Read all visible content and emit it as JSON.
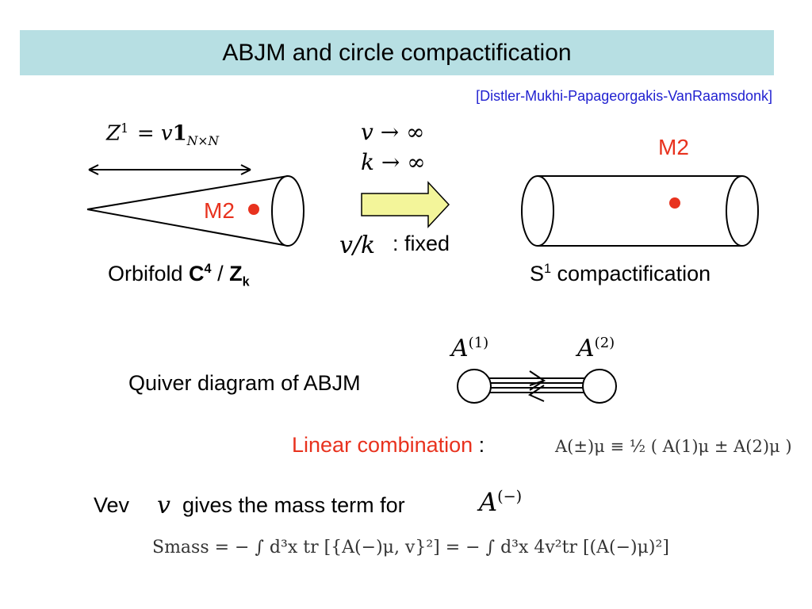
{
  "title": "ABJM and circle compactification",
  "citation": "[Distler-Mukhi-Papageorgakis-VanRaamsdonk]",
  "left_figure": {
    "equation_lhs": "Z",
    "equation_sup": "1",
    "equation_rhs": "= v",
    "equation_bold": "1",
    "equation_sub": "N×N",
    "m2_label": "M2",
    "caption_prefix": "Orbifold ",
    "caption_c": "C",
    "caption_c_sup": "4",
    "caption_slash": " / ",
    "caption_z": "Z",
    "caption_z_sub": "k"
  },
  "limit": {
    "line1": "v → ∞",
    "line2": "k → ∞",
    "ratio": "v/k",
    "fixed_label": ": fixed"
  },
  "right_figure": {
    "m2_label": "M2",
    "caption_s": "S",
    "caption_s_sup": "1",
    "caption_rest": " compactification"
  },
  "quiver": {
    "label": "Quiver diagram of ABJM",
    "node1": "A",
    "node1_sup": "(1)",
    "node2": "A",
    "node2_sup": "(2)"
  },
  "linear_combination": {
    "label": "Linear combination",
    "colon": " :",
    "formula": "A(±)μ ≡ ½ ( A(1)μ ± A(2)μ )"
  },
  "vev": {
    "prefix": "Vev",
    "v": "v",
    "middle": "gives the mass term for",
    "field": "A",
    "field_sup": "(−)"
  },
  "mass_term": {
    "formula": "Smass = − ∫ d³x tr [{A(−)μ, v}²] = − ∫ d³x 4v²tr [(A(−)μ)²]"
  },
  "colors": {
    "title_bar": "#b7dfe3",
    "citation": "#1f1fd0",
    "accent_red": "#e8321e",
    "arrow_fill": "#f3f59a"
  }
}
